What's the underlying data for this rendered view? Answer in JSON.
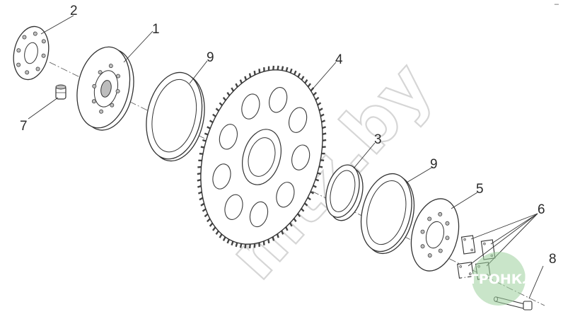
{
  "callouts": [
    "1",
    "2",
    "3",
    "4",
    "5",
    "6",
    "7",
    "8",
    "9",
    "9"
  ],
  "watermark": "mtz.by",
  "logo": {
    "text": "АГРОНКЛ",
    "color": "#9ccf9c"
  },
  "corner_mark": "–",
  "colors": {
    "line": "#3a3a3a",
    "hole": "#bdbdbd",
    "teeth": "#444444"
  }
}
